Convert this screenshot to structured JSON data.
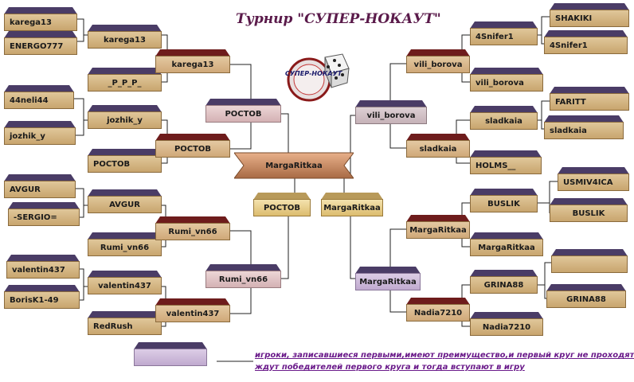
{
  "title": "Турнир \"СУПЕР-НОКАУТ\"",
  "logo_text": "СУПЕР-НОКАУТ",
  "champion": "MargaRitkaa",
  "left": {
    "round1": [
      "karega13",
      "ENERGO777",
      "44neli44",
      "jozhik_y",
      "AVGUR",
      "-SERGIO=",
      "valentin437",
      "BorisK1-49"
    ],
    "round2": [
      "karega13",
      "_P_P_P_",
      "jozhik_y",
      "РОСТОВ",
      "AVGUR",
      "Rumi_vn66",
      "valentin437",
      "RedRush"
    ],
    "round3": [
      "karega13",
      "РОСТОВ",
      "Rumi_vn66",
      "valentin437"
    ],
    "round4": [
      "РОСТОВ",
      "Rumi_vn66"
    ],
    "final": "РОСТОВ"
  },
  "right": {
    "round1": [
      "SHAKIKI",
      "4Snifer1",
      "FARITT",
      "sladkaia",
      "USMIV4ICA",
      "BUSLIK",
      "",
      "GRINA88"
    ],
    "round2": [
      "4Snifer1",
      "vili_borova",
      "sladkaia",
      "HOLMS__",
      "BUSLIK",
      "MargaRitkaa",
      "GRINA88",
      "Nadia7210"
    ],
    "round3": [
      "vili_borova",
      "sladkaia",
      "MargaRitkaa",
      "Nadia7210"
    ],
    "round4": [
      "vili_borova",
      "MargaRitkaa"
    ],
    "final": "MargaRitkaa"
  },
  "legend_box": "",
  "notes": [
    "игроки, записавшиеся первыми,имеют преимущество,и первый круг не проходят",
    "ждут победителей первого круга и тогда вступают в игру"
  ],
  "colors": {
    "box_top": "#4a3c66",
    "box_face": "#d8b98a",
    "box_top_red": "#6e1c1c",
    "champion_banner": "#c88a5a",
    "title": "#5a1a4a",
    "note": "#6a1a8a"
  }
}
